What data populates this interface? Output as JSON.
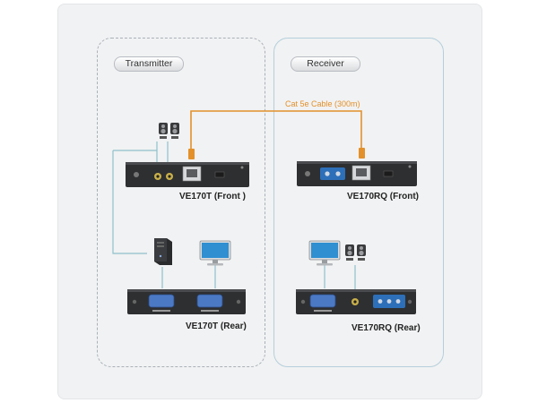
{
  "panels": {
    "transmitter": {
      "title": "Transmitter"
    },
    "receiver": {
      "title": "Receiver"
    }
  },
  "cable": {
    "label": "Cat 5e Cable (300m)"
  },
  "devices": {
    "tx_front": {
      "label": "VE170T (Front )"
    },
    "rx_front": {
      "label": "VE170RQ (Front)"
    },
    "tx_rear": {
      "label": "VE170T (Rear)"
    },
    "rx_rear": {
      "label": "VE170RQ (Rear)"
    }
  },
  "colors": {
    "cable": "#e3902a",
    "link": "#7fb6c4",
    "device": "#2e2f31"
  }
}
